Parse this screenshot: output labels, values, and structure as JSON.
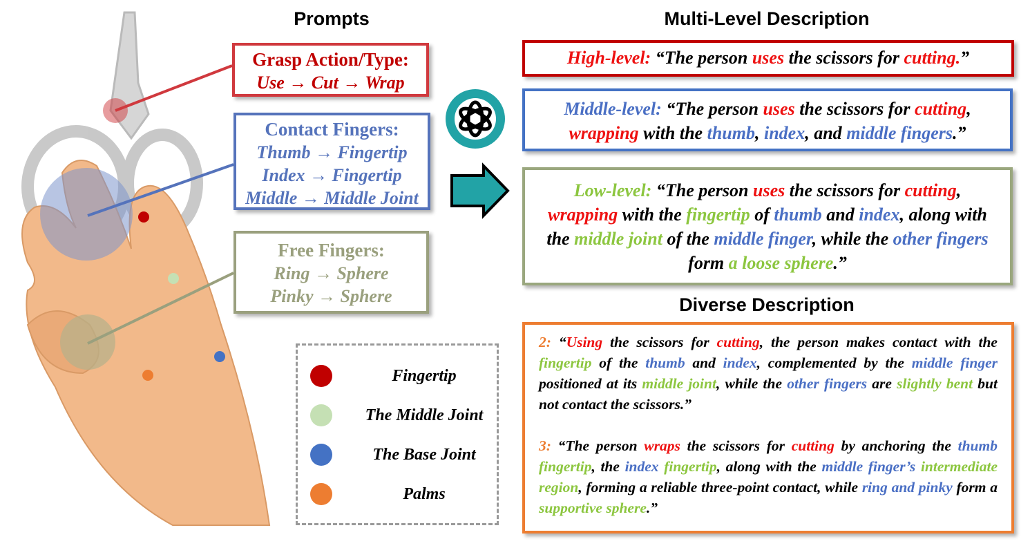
{
  "titles": {
    "prompts": "Prompts",
    "multi": "Multi-Level Description",
    "diverse": "Diverse Description"
  },
  "colors": {
    "r": "#ee1111",
    "b": "#4a6fc4",
    "g": "#8cc63f",
    "o": "#ed7d31",
    "k": "#000000",
    "teal": "#22a3a6"
  },
  "prompts": {
    "grasp": {
      "title": "Grasp Action/Type:",
      "lines": [
        "Use → Cut → Wrap"
      ],
      "color": "#c00000",
      "border": "#d0393e"
    },
    "contact": {
      "title": "Contact Fingers:",
      "lines": [
        "Thumb → Fingertip",
        "Index → Fingertip",
        "Middle → Middle Joint"
      ],
      "color": "#5573bb",
      "border": "#5573bb"
    },
    "free": {
      "title": "Free Fingers:",
      "lines": [
        "Ring → Sphere",
        "Pinky → Sphere"
      ],
      "color": "#9aa07e",
      "border": "#9aa07e"
    }
  },
  "legend": [
    {
      "label": "Fingertip",
      "color": "#c00000"
    },
    {
      "label": "The Middle Joint",
      "color": "#c5e0b4"
    },
    {
      "label": "The Base Joint",
      "color": "#4472c4"
    },
    {
      "label": "Palms",
      "color": "#ed7d31"
    }
  ],
  "icons": {
    "gpt": "openai-logo-icon",
    "arrow": "right-arrow-icon"
  },
  "multi": {
    "high": [
      [
        "High-level: ",
        "r"
      ],
      [
        "“The person ",
        "k"
      ],
      [
        "uses",
        "r"
      ],
      [
        " the scissors for ",
        "k"
      ],
      [
        "cutting.",
        "r"
      ],
      [
        "”",
        "k"
      ]
    ],
    "middle": [
      [
        "Middle-level: ",
        "b"
      ],
      [
        "“The person ",
        "k"
      ],
      [
        "uses",
        "r"
      ],
      [
        " the scissors for ",
        "k"
      ],
      [
        "cutting",
        "r"
      ],
      [
        ", ",
        "k"
      ],
      [
        "wrapping",
        "r"
      ],
      [
        " with the ",
        "k"
      ],
      [
        "thumb",
        "b"
      ],
      [
        ", ",
        "k"
      ],
      [
        "index",
        "b"
      ],
      [
        ", and ",
        "k"
      ],
      [
        "middle fingers",
        "b"
      ],
      [
        ".”",
        "k"
      ]
    ],
    "low": [
      [
        "Low-level: ",
        "g"
      ],
      [
        "“The person ",
        "k"
      ],
      [
        "uses",
        "r"
      ],
      [
        " the scissors for ",
        "k"
      ],
      [
        "cutting",
        "r"
      ],
      [
        ", ",
        "k"
      ],
      [
        "wrapping",
        "r"
      ],
      [
        " with the ",
        "k"
      ],
      [
        "fingertip",
        "g"
      ],
      [
        " of ",
        "k"
      ],
      [
        "thumb",
        "b"
      ],
      [
        " and ",
        "k"
      ],
      [
        "index",
        "b"
      ],
      [
        ", along with the ",
        "k"
      ],
      [
        "middle joint",
        "g"
      ],
      [
        " of the ",
        "k"
      ],
      [
        "middle finger",
        "b"
      ],
      [
        ", while the ",
        "k"
      ],
      [
        "other fingers",
        "b"
      ],
      [
        " form ",
        "k"
      ],
      [
        "a loose sphere",
        "g"
      ],
      [
        ".”",
        "k"
      ]
    ]
  },
  "diverse": [
    [
      [
        "2: ",
        "o"
      ],
      [
        "“",
        "k"
      ],
      [
        "Using",
        "r"
      ],
      [
        " the scissors for ",
        "k"
      ],
      [
        "cutting",
        "r"
      ],
      [
        ", the person makes contact with the ",
        "k"
      ],
      [
        "fingertip",
        "g"
      ],
      [
        " of the ",
        "k"
      ],
      [
        "thumb",
        "b"
      ],
      [
        " and ",
        "k"
      ],
      [
        "index",
        "b"
      ],
      [
        ", complemented by the ",
        "k"
      ],
      [
        "middle finger",
        "b"
      ],
      [
        " positioned at its ",
        "k"
      ],
      [
        "middle joint",
        "g"
      ],
      [
        ", while the ",
        "k"
      ],
      [
        "other fingers",
        "b"
      ],
      [
        " are ",
        "k"
      ],
      [
        "slightly bent",
        "g"
      ],
      [
        " but not contact the scissors.”",
        "k"
      ]
    ],
    [
      [
        "3: ",
        "o"
      ],
      [
        "“The person ",
        "k"
      ],
      [
        "wraps",
        "r"
      ],
      [
        " the scissors for ",
        "k"
      ],
      [
        "cutting",
        "r"
      ],
      [
        " by anchoring the ",
        "k"
      ],
      [
        "thumb",
        "b"
      ],
      [
        " ",
        "k"
      ],
      [
        "fingertip",
        "g"
      ],
      [
        ", the ",
        "k"
      ],
      [
        "index",
        "b"
      ],
      [
        " ",
        "k"
      ],
      [
        "fingertip",
        "g"
      ],
      [
        ", along with the ",
        "k"
      ],
      [
        "middle finger’s",
        "b"
      ],
      [
        " ",
        "k"
      ],
      [
        "intermediate region",
        "g"
      ],
      [
        ", forming a reliable three-point contact, while ",
        "k"
      ],
      [
        "ring and pinky",
        "b"
      ],
      [
        " form a ",
        "k"
      ],
      [
        "supportive sphere",
        "g"
      ],
      [
        ".”",
        "k"
      ]
    ]
  ]
}
